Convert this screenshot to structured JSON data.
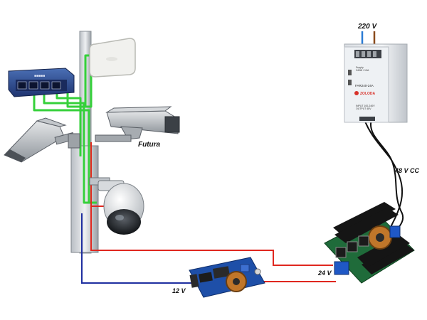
{
  "labels": {
    "mains_voltage": "220 V",
    "psu_output": "48 V CC",
    "buck_output_24": "24 V",
    "buck_output_12": "12 V",
    "camera_label": "Futura"
  },
  "psu": {
    "brand": "ZOLODA",
    "model": "FAR240-24A",
    "specs_top": "Supply\n240W / 10A",
    "specs_bottom": "INPUT 100-240V\nOUTPUT 48V"
  },
  "colors": {
    "power_red": "#e0271f",
    "dc12_blue": "#1f2fa0",
    "ethernet_green": "#35d03a",
    "live_brown": "#8a4a1c",
    "neutral_blue": "#2a7bd4",
    "cable_black": "#111111",
    "switch_blue": "#2e4d8f"
  }
}
